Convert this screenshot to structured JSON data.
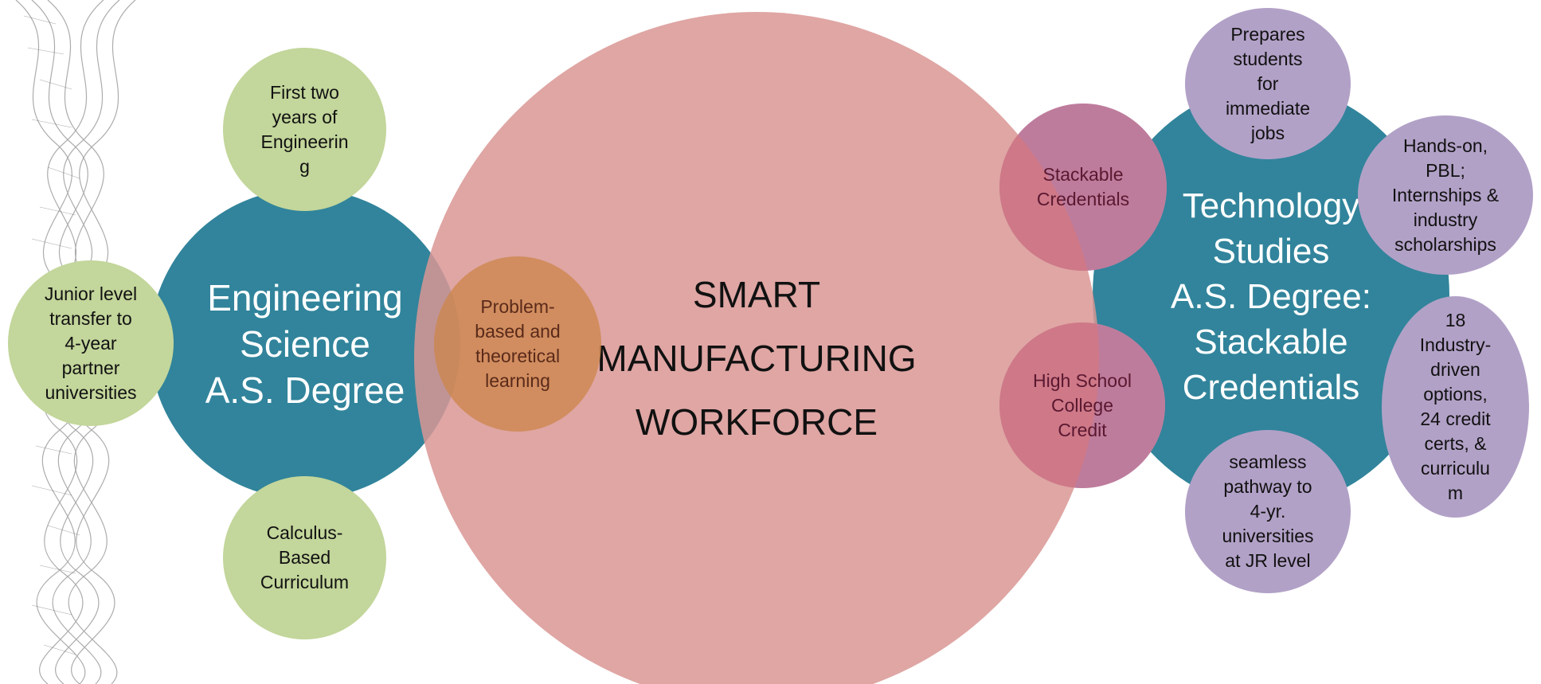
{
  "colors": {
    "teal": "#31849b",
    "green": "#c3d69b",
    "purple": "#b2a1c7",
    "pink": "#d99694",
    "orange": "#cd864b"
  },
  "engineering": {
    "hub": "Engineering\nScience\nA.S. Degree",
    "top": "First two\nyears of\nEngineerin\ng",
    "left": "Junior level\ntransfer to\n4-year\npartner\nuniversities",
    "bottom": "Calculus-\nBased\nCurriculum",
    "overlap": "Problem-\nbased and\ntheoretical\nlearning"
  },
  "center": {
    "label": "SMART\nMANUFACTURING\nWORKFORCE"
  },
  "technology": {
    "hub": "Technology\nStudies\nA.S. Degree:\nStackable\nCredentials",
    "top": "Prepares\nstudents\nfor\nimmediate\njobs",
    "upper_right": "Hands-on,\nPBL;\nInternships &\nindustry\nscholarships",
    "lower_right": "18\nIndustry-\ndriven\noptions,\n24 credit\ncerts, &\ncurriculu\nm",
    "bottom": "seamless\npathway to\n4-yr.\nuniversities\nat JR level",
    "overlap_top": "Stackable\nCredentials",
    "overlap_bottom": "High School\nCollege\nCredit"
  }
}
